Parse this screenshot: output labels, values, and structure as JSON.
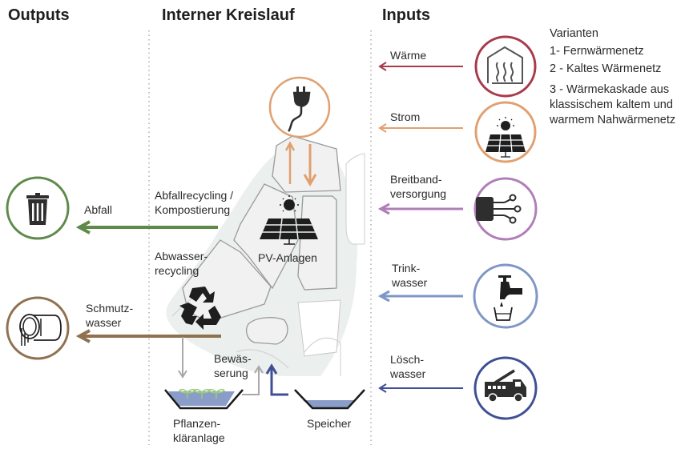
{
  "headers": {
    "outputs": "Outputs",
    "internal": "Interner Kreislauf",
    "inputs": "Inputs"
  },
  "variants": {
    "title": "Varianten",
    "items": [
      "1- Fernwärmenetz",
      "2 - Kaltes Wärmenetz",
      "3 - Wärmekaskade aus",
      "klassischem kaltem und",
      "warmem Nahwärmenetz"
    ]
  },
  "inputs": [
    {
      "label": [
        "Wärme"
      ],
      "icon": "heating-house-icon",
      "color": "#a83a4a"
    },
    {
      "label": [
        "Strom"
      ],
      "icon": "solar-panel-icon",
      "color": "#e0a070"
    },
    {
      "label": [
        "Breitband-",
        "versorgung"
      ],
      "icon": "broadband-cable-icon",
      "color": "#b07eb8"
    },
    {
      "label": [
        "Trink-",
        "wasser"
      ],
      "icon": "water-tap-icon",
      "color": "#7f97c6"
    },
    {
      "label": [
        "Lösch-",
        "wasser"
      ],
      "icon": "fire-truck-icon",
      "color": "#3f4f94"
    }
  ],
  "outputs": [
    {
      "label": [
        "Abfall"
      ],
      "icon": "trash-bin-icon",
      "color": "#5f8a4a"
    },
    {
      "label": [
        "Schmutz-",
        "wasser"
      ],
      "icon": "sewage-pipe-icon",
      "color": "#8f7150"
    }
  ],
  "internal": {
    "waste_recycling": [
      "Abfallrecycling /",
      "Kompostierung"
    ],
    "wastewater_recycling": [
      "Abwasser-",
      "recycling"
    ],
    "pv": "PV-Anlagen",
    "irrigation": [
      "Bewäs-",
      "serung"
    ],
    "plant_treatment": [
      "Pflanzen-",
      "kläranlage"
    ],
    "storage": "Speicher",
    "plug_icon": "power-plug-icon",
    "recycle_icon": "recycling-icon"
  },
  "colors": {
    "heat": "#a83a4a",
    "power": "#e0a070",
    "broadband": "#b07eb8",
    "drinking_water": "#7f97c6",
    "fire_water": "#3f4f94",
    "waste": "#5f8a4a",
    "sewage": "#8f7150",
    "water_fill": "#8a9dc8",
    "sprout": "#9ccc7a",
    "grey_arrow": "#a8a8a8",
    "icon_dark": "#2e2e2e"
  }
}
